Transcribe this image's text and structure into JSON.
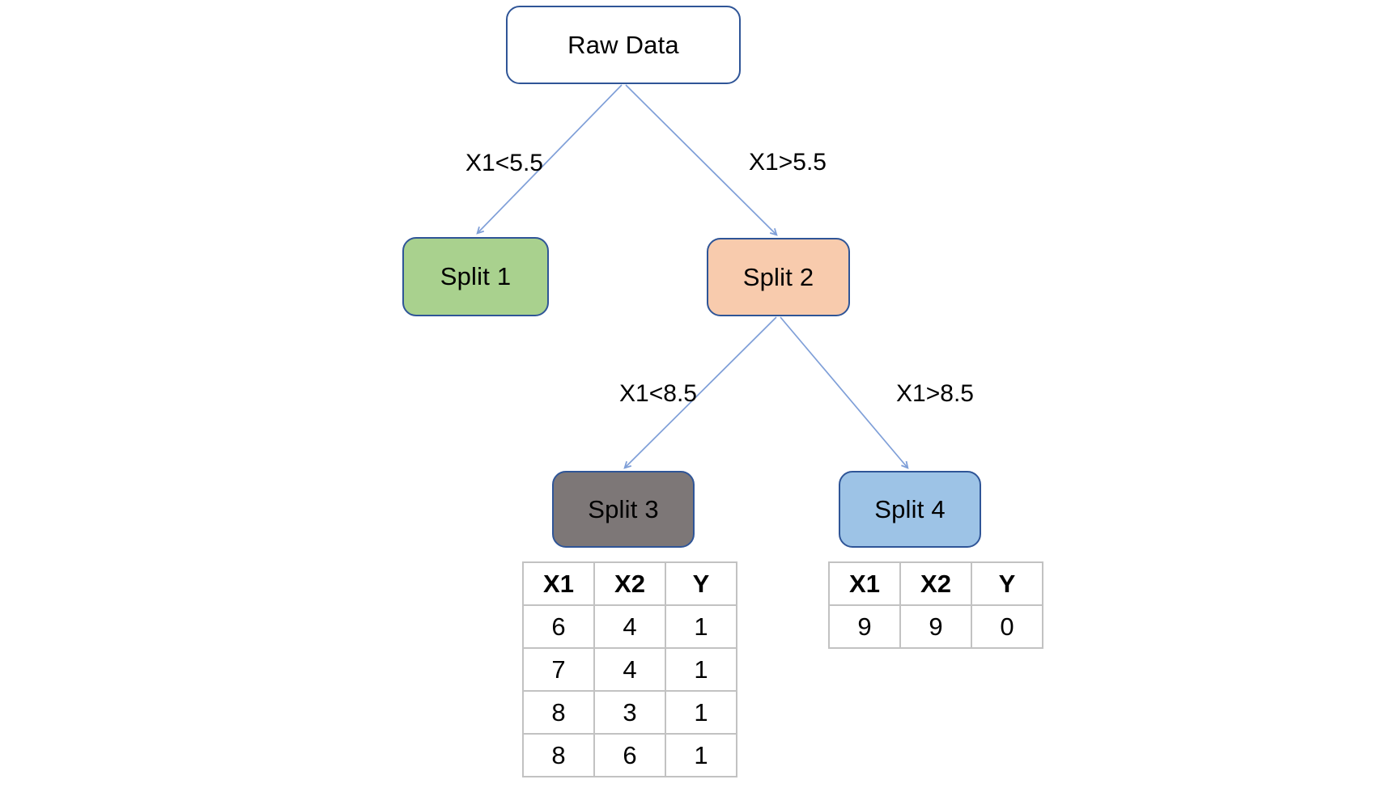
{
  "diagram": {
    "type": "decision-tree",
    "nodes": {
      "raw": {
        "label": "Raw Data",
        "fill": "#ffffff"
      },
      "split1": {
        "label": "Split 1",
        "fill": "#a9d18e"
      },
      "split2": {
        "label": "Split 2",
        "fill": "#f8cbad"
      },
      "split3": {
        "label": "Split 3",
        "fill": "#7d7777"
      },
      "split4": {
        "label": "Split 4",
        "fill": "#9dc3e6"
      }
    },
    "edges": {
      "raw_to_split1": {
        "label": "X1<5.5"
      },
      "raw_to_split2": {
        "label": "X1>5.5"
      },
      "split2_to_split3": {
        "label": "X1<8.5"
      },
      "split2_to_split4": {
        "label": "X1>8.5"
      }
    },
    "colors": {
      "node_border": "#2f5597",
      "arrow": "#7f9fd8",
      "table_border": "#c2c2c2",
      "text": "#000000"
    }
  },
  "tables": {
    "split3_table": {
      "headers": [
        "X1",
        "X2",
        "Y"
      ],
      "rows": [
        [
          "6",
          "4",
          "1"
        ],
        [
          "7",
          "4",
          "1"
        ],
        [
          "8",
          "3",
          "1"
        ],
        [
          "8",
          "6",
          "1"
        ]
      ]
    },
    "split4_table": {
      "headers": [
        "X1",
        "X2",
        "Y"
      ],
      "rows": [
        [
          "9",
          "9",
          "0"
        ]
      ]
    }
  }
}
